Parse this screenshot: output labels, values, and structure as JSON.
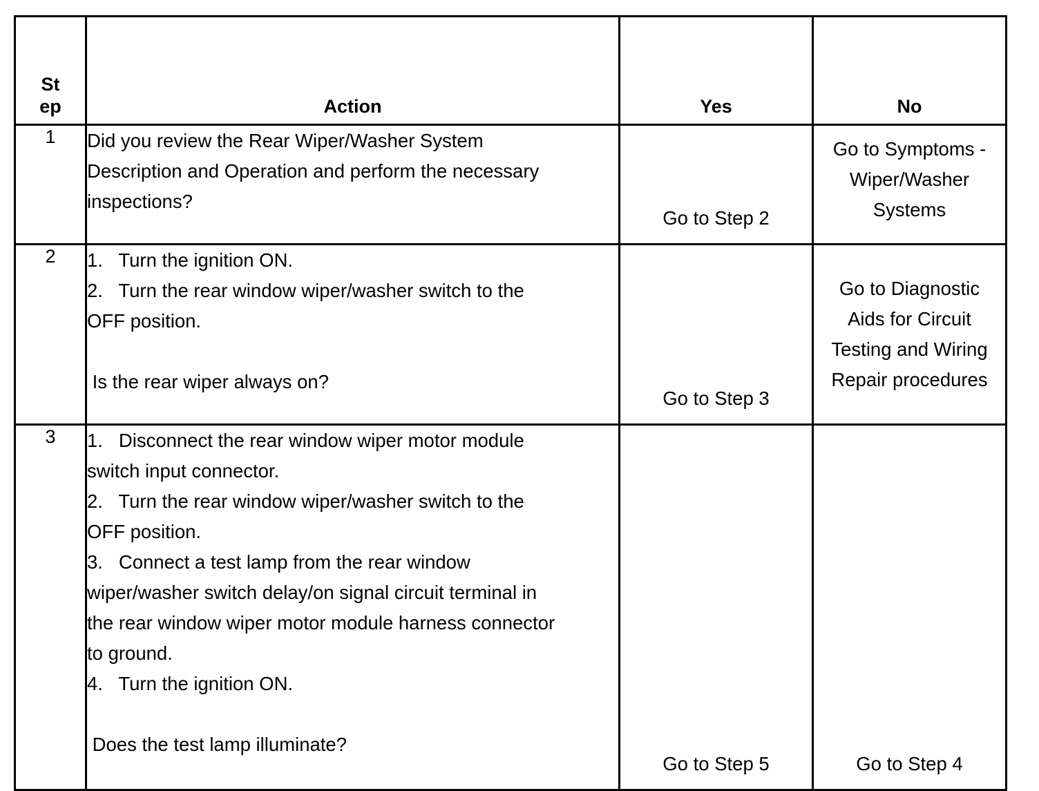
{
  "table": {
    "headers": {
      "step_line1": "St",
      "step_line2": "ep",
      "action": "Action",
      "yes": "Yes",
      "no": "No"
    },
    "rows": [
      {
        "step": "1",
        "action_lines": [
          "Did you review the Rear Wiper/Washer System",
          "Description and Operation and perform the necessary",
          "inspections?"
        ],
        "yes_lines": [
          "Go to Step 2"
        ],
        "no_lines": [
          "Go to Symptoms -",
          "Wiper/Washer",
          "Systems"
        ]
      },
      {
        "step": "2",
        "action_lines": [
          "1.   Turn the ignition ON.",
          "2.   Turn the rear window wiper/washer switch to the",
          "OFF position.",
          "",
          " Is the rear wiper always on?"
        ],
        "yes_lines": [
          "Go to Step 3"
        ],
        "no_lines": [
          "Go to Diagnostic",
          "Aids for Circuit",
          "Testing and Wiring",
          "Repair procedures"
        ]
      },
      {
        "step": "3",
        "action_lines": [
          "1.   Disconnect the rear window wiper motor module",
          "switch input connector.",
          "2.   Turn the rear window wiper/washer switch to the",
          "OFF position.",
          "3.   Connect a test lamp from the rear window",
          "wiper/washer switch delay/on signal circuit terminal in",
          "the rear window wiper motor module harness connector",
          "to ground.",
          "4.   Turn the ignition ON.",
          "",
          " Does the test lamp illuminate?"
        ],
        "yes_lines": [
          "Go to Step 5"
        ],
        "no_lines": [
          "Go to Step 4"
        ]
      }
    ]
  }
}
